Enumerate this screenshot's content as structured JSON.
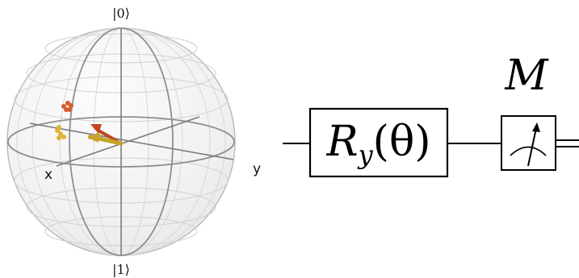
{
  "bloch_sphere": {
    "ket_zero": "|0⟩",
    "ket_one": "|1⟩",
    "axis_x": "x",
    "axis_y": "y",
    "colors": {
      "outline": "#8e8e8e",
      "wire_light": "#d3d3d3",
      "shade_top": "#fbfbfb",
      "shade_bottom": "#e9e9e9",
      "vector_main": "#c8a32a",
      "vector_dark": "#c1461f",
      "point_red": "#d75d2e",
      "point_orange": "#e2b334"
    },
    "icons": [
      "red-point-icon",
      "orange-point-icon",
      "yellow-point-icon",
      "state-vector-arrow-icon",
      "secondary-vector-arrow-icon"
    ]
  },
  "circuit": {
    "gate_label_main": "R",
    "gate_label_sub": "y",
    "gate_label_param": "(θ)",
    "measure_label": "M",
    "colors": {
      "stroke": "#000000",
      "background": "#ffffff"
    },
    "icons": [
      "measurement-meter-icon",
      "measurement-arrow-icon",
      "classical-wire-icon"
    ]
  }
}
